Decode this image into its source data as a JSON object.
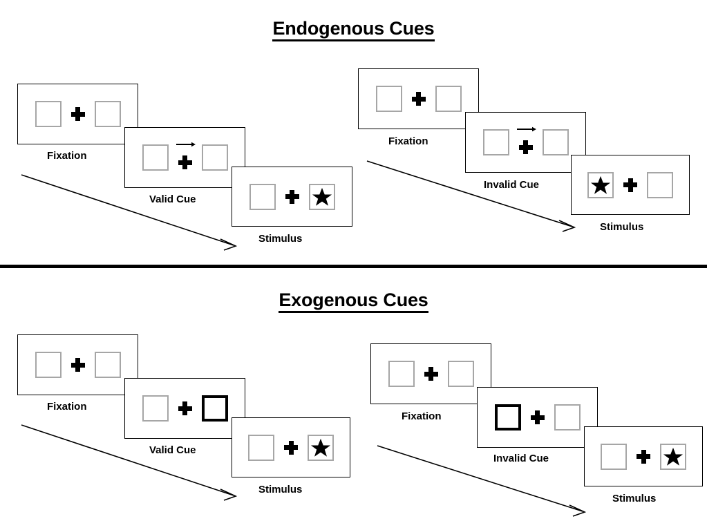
{
  "figure": {
    "type": "diagram",
    "description": "Posner spatial cueing paradigm schematic showing endogenous and exogenous cue trial sequences"
  },
  "sections": [
    {
      "id": "endogenous",
      "title": "Endogenous Cues",
      "conditions": [
        {
          "id": "endogenous-valid",
          "panels": [
            {
              "caption": "Fixation",
              "left_box": "empty",
              "right_box": "empty",
              "cue": "none",
              "arrow": "none"
            },
            {
              "caption": "Valid Cue",
              "left_box": "empty",
              "right_box": "empty",
              "cue": "arrow",
              "arrow": "right"
            },
            {
              "caption": "Stimulus",
              "left_box": "empty",
              "right_box": "star",
              "cue": "none",
              "arrow": "none"
            }
          ]
        },
        {
          "id": "endogenous-invalid",
          "panels": [
            {
              "caption": "Fixation",
              "left_box": "empty",
              "right_box": "empty",
              "cue": "none",
              "arrow": "none"
            },
            {
              "caption": "Invalid Cue",
              "left_box": "empty",
              "right_box": "empty",
              "cue": "arrow",
              "arrow": "right"
            },
            {
              "caption": "Stimulus",
              "left_box": "star",
              "right_box": "empty",
              "cue": "none",
              "arrow": "none"
            }
          ]
        }
      ]
    },
    {
      "id": "exogenous",
      "title": "Exogenous Cues",
      "conditions": [
        {
          "id": "exogenous-valid",
          "panels": [
            {
              "caption": "Fixation",
              "left_box": "empty",
              "right_box": "empty",
              "cue": "none",
              "arrow": "none"
            },
            {
              "caption": "Valid Cue",
              "left_box": "empty",
              "right_box": "empty",
              "cue": "highlight-right",
              "arrow": "none"
            },
            {
              "caption": "Stimulus",
              "left_box": "empty",
              "right_box": "star",
              "cue": "none",
              "arrow": "none"
            }
          ]
        },
        {
          "id": "exogenous-invalid",
          "panels": [
            {
              "caption": "Fixation",
              "left_box": "empty",
              "right_box": "empty",
              "cue": "none",
              "arrow": "none"
            },
            {
              "caption": "Invalid Cue",
              "left_box": "empty",
              "right_box": "empty",
              "cue": "highlight-left",
              "arrow": "none"
            },
            {
              "caption": "Stimulus",
              "left_box": "empty",
              "right_box": "star",
              "cue": "none",
              "arrow": "none"
            }
          ]
        }
      ]
    }
  ],
  "labels": {
    "fixation": "Fixation",
    "valid_cue": "Valid Cue",
    "invalid_cue": "Invalid Cue",
    "stimulus": "Stimulus",
    "endogenous_title": "Endogenous Cues",
    "exogenous_title": "Exogenous Cues"
  },
  "colors": {
    "background": "#ffffff",
    "ink": "#000000",
    "box_outline": "#a6a6a6",
    "panel_outline": "#000000",
    "cued_box_outline": "#000000"
  }
}
